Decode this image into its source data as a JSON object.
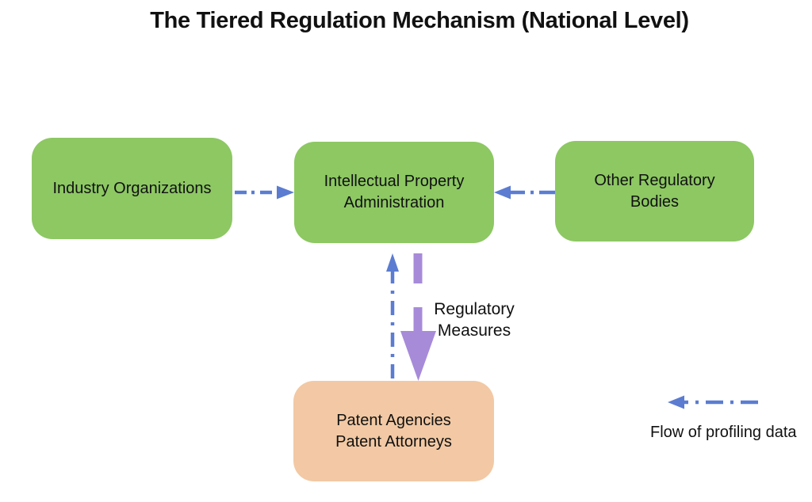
{
  "title": "The Tiered Regulation Mechanism (National Level)",
  "nodes": {
    "industry": {
      "label": "Industry Organizations",
      "color": "#8dc863"
    },
    "ip_admin": {
      "label": "Intellectual Property\nAdministration",
      "color": "#8dc863"
    },
    "other_regulatory": {
      "label": "Other Regulatory\nBodies",
      "color": "#8dc863"
    },
    "patent_agencies": {
      "label": "Patent Agencies\nPatent Attorneys",
      "color": "#f2c9a4"
    }
  },
  "edges": {
    "regulatory_measures_label": "Regulatory\nMeasures"
  },
  "legend": {
    "label": "Flow of profiling data"
  },
  "colors": {
    "node_green": "#8dc863",
    "node_peach": "#f2c9a4",
    "flow_blue": "#5b7cd1",
    "measure_purple": "#a78bd9",
    "text": "#111111",
    "background": "#ffffff"
  }
}
